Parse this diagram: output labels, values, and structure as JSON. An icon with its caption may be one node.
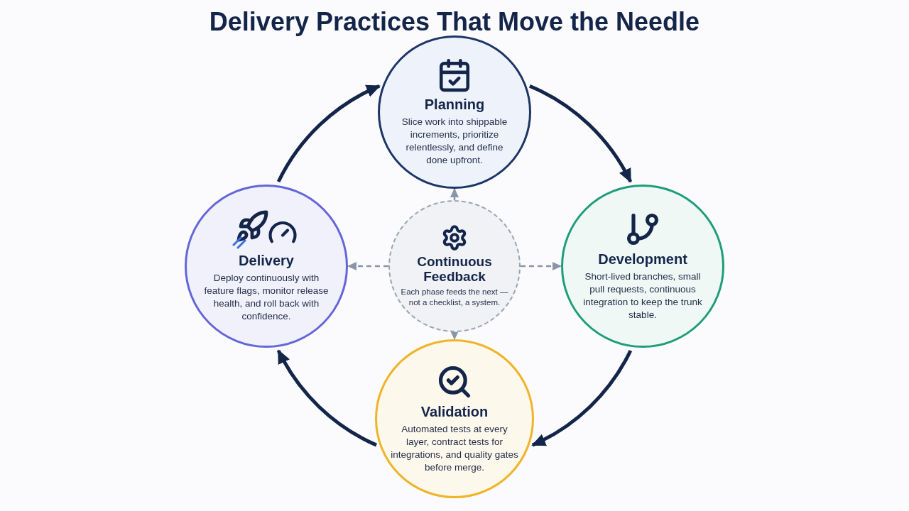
{
  "diagram": {
    "title": "Delivery Practices That Move the Needle",
    "nodes": [
      {
        "text": [
          "Planning",
          "Slice work into shippable increments, prioritize relentlessly, and define done upfront."
        ]
      },
      {
        "text": [
          "Delivery",
          "Deploy continuously with feature flags, monitor release health, and roll back with confidence."
        ]
      },
      {
        "text": [
          "Continuous Feedback",
          "Each phase feeds the next — not a checklist, a system."
        ]
      },
      {
        "text": [
          "Development",
          "Short-lived branches, small pull requests, continuous integration to keep the trunk stable."
        ]
      },
      {
        "text": [
          "Validation",
          "Automated tests at every layer, contract tests for integrations, and quality gates before merge."
        ]
      }
    ],
    "edges": [
      {
        "from": 0,
        "to": 3,
        "arrow": "to",
        "style": "thick"
      },
      {
        "from": 3,
        "to": 4,
        "arrow": "to",
        "style": "thick"
      },
      {
        "from": 4,
        "to": 1,
        "arrow": "to",
        "style": "thick"
      },
      {
        "from": 1,
        "to": 0,
        "arrow": "to",
        "style": "thick"
      },
      {
        "from": 2,
        "to": 0,
        "arrow": "to",
        "style": "dashed",
        "color": "#8a96a8"
      },
      {
        "from": 2,
        "to": 1,
        "arrow": "to",
        "style": "dashed",
        "color": "#8a96a8"
      },
      {
        "from": 2,
        "to": 3,
        "arrow": "to",
        "style": "dashed",
        "color": "#8a96a8"
      },
      {
        "from": 2,
        "to": 4,
        "arrow": "to",
        "style": "dashed",
        "color": "#8a96a8"
      }
    ]
  }
}
